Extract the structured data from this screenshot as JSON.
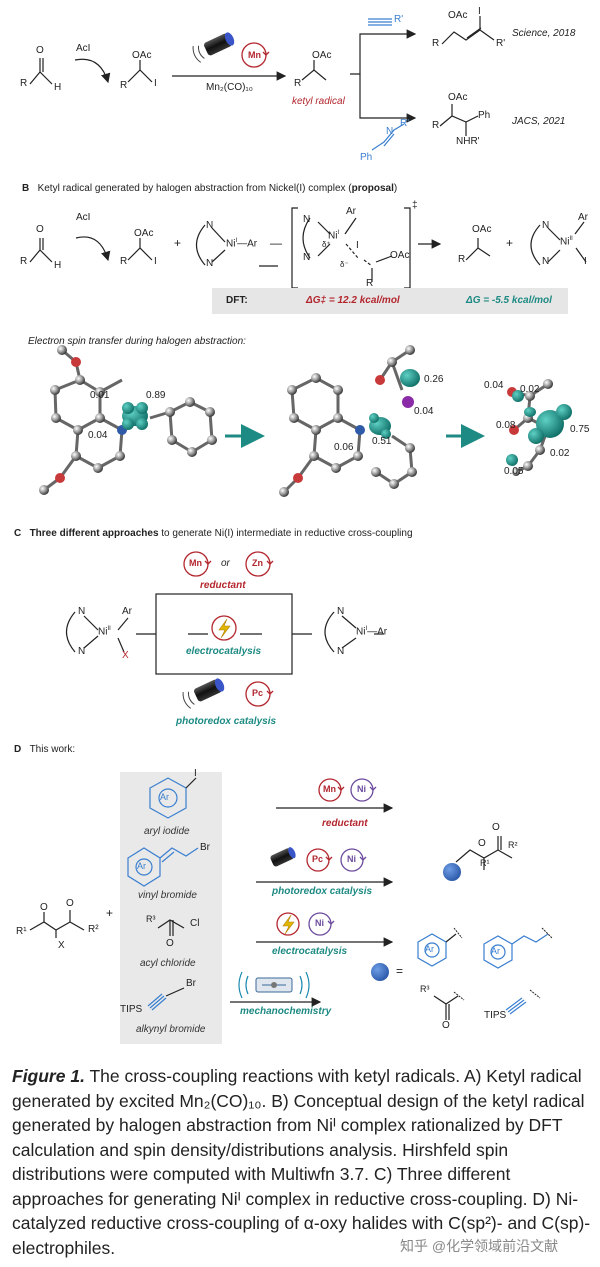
{
  "panelA": {
    "reagent": "AcI",
    "complex": "Mn₂(CO)₁₀",
    "badge": "Mn",
    "intermediate": "ketyl radical",
    "alkyne": "R'",
    "ref1": "Science, 2018",
    "ref2": "JACS, 2021",
    "groups": {
      "r": "R",
      "h": "H",
      "o": "O",
      "oac": "OAc",
      "i": "I",
      "ph": "Ph",
      "nhr": "NHR'",
      "n": "N"
    }
  },
  "panelB": {
    "label": "B",
    "title_pre": "Ketyl radical generated by halogen abstraction from Nickel(I) complex (",
    "title_bold": "proposal",
    "title_post": ")",
    "reagent": "AcI",
    "nickel": "Ni",
    "ar": "Ar",
    "ts": "‡",
    "delta_plus": "δ⁺",
    "delta_minus": "δ⁻",
    "dft_label": "DFT:",
    "dg_ts": "ΔG‡ = 12.2 kcal/mol",
    "dg": "ΔG = -5.5 kcal/mol",
    "spin_title": "Electron spin transfer during halogen abstraction:",
    "spins": [
      "0.01",
      "0.89",
      "0.04",
      "0.26",
      "0.04",
      "0.51",
      "0.06",
      "0.04",
      "0.02",
      "0.08",
      "0.75",
      "0.02",
      "0.05"
    ]
  },
  "panelC": {
    "label": "C",
    "title_bold": "Three different approaches",
    "title_rest": " to generate Ni(I) intermediate in reductive cross-coupling",
    "mn": "Mn",
    "or": "or",
    "zn": "Zn",
    "reductant": "reductant",
    "electro": "electrocatalysis",
    "pc": "Pc",
    "photo": "photoredox catalysis",
    "x": "X"
  },
  "panelD": {
    "label": "D",
    "title": "This work:",
    "electrophiles": [
      "aryl iodide",
      "vinyl bromide",
      "acyl chloride",
      "alkynyl bromide"
    ],
    "reductant": "reductant",
    "photo": "photoredox catalysis",
    "electro": "electrocatalysis",
    "mechano": "mechanochemistry",
    "mn": "Mn",
    "ni": "Ni",
    "pc": "Pc",
    "r1": "R¹",
    "r2": "R²",
    "r3": "R³",
    "x": "X",
    "i": "I",
    "br": "Br",
    "cl": "Cl",
    "tips": "TIPS",
    "ar": "Ar",
    "plus": "+",
    "eq": "="
  },
  "caption": {
    "fig": "Figure 1.",
    "text": " The cross-coupling reactions with ketyl radicals. A) Ketyl radical generated by excited Mn₂(CO)₁₀. B) Conceptual design of the ketyl radical generated by halogen abstraction from Niᴵ complex rationalized by DFT calculation and spin density/distributions analysis. Hirshfeld spin distributions were computed with Multiwfn 3.7. C) Three different approaches for generating Niᴵ complex in reductive cross-coupling. D) Ni-catalyzed reductive cross-coupling of α-oxy halides with C(sp²)- and C(sp)-electrophiles."
  },
  "watermark": "知乎 @化学领域前沿文献",
  "colors": {
    "red": "#b3262e",
    "teal": "#1d8a83",
    "purple": "#6c4b9e",
    "ball": "#3b6fc4",
    "arene": "#3a7fd0"
  }
}
